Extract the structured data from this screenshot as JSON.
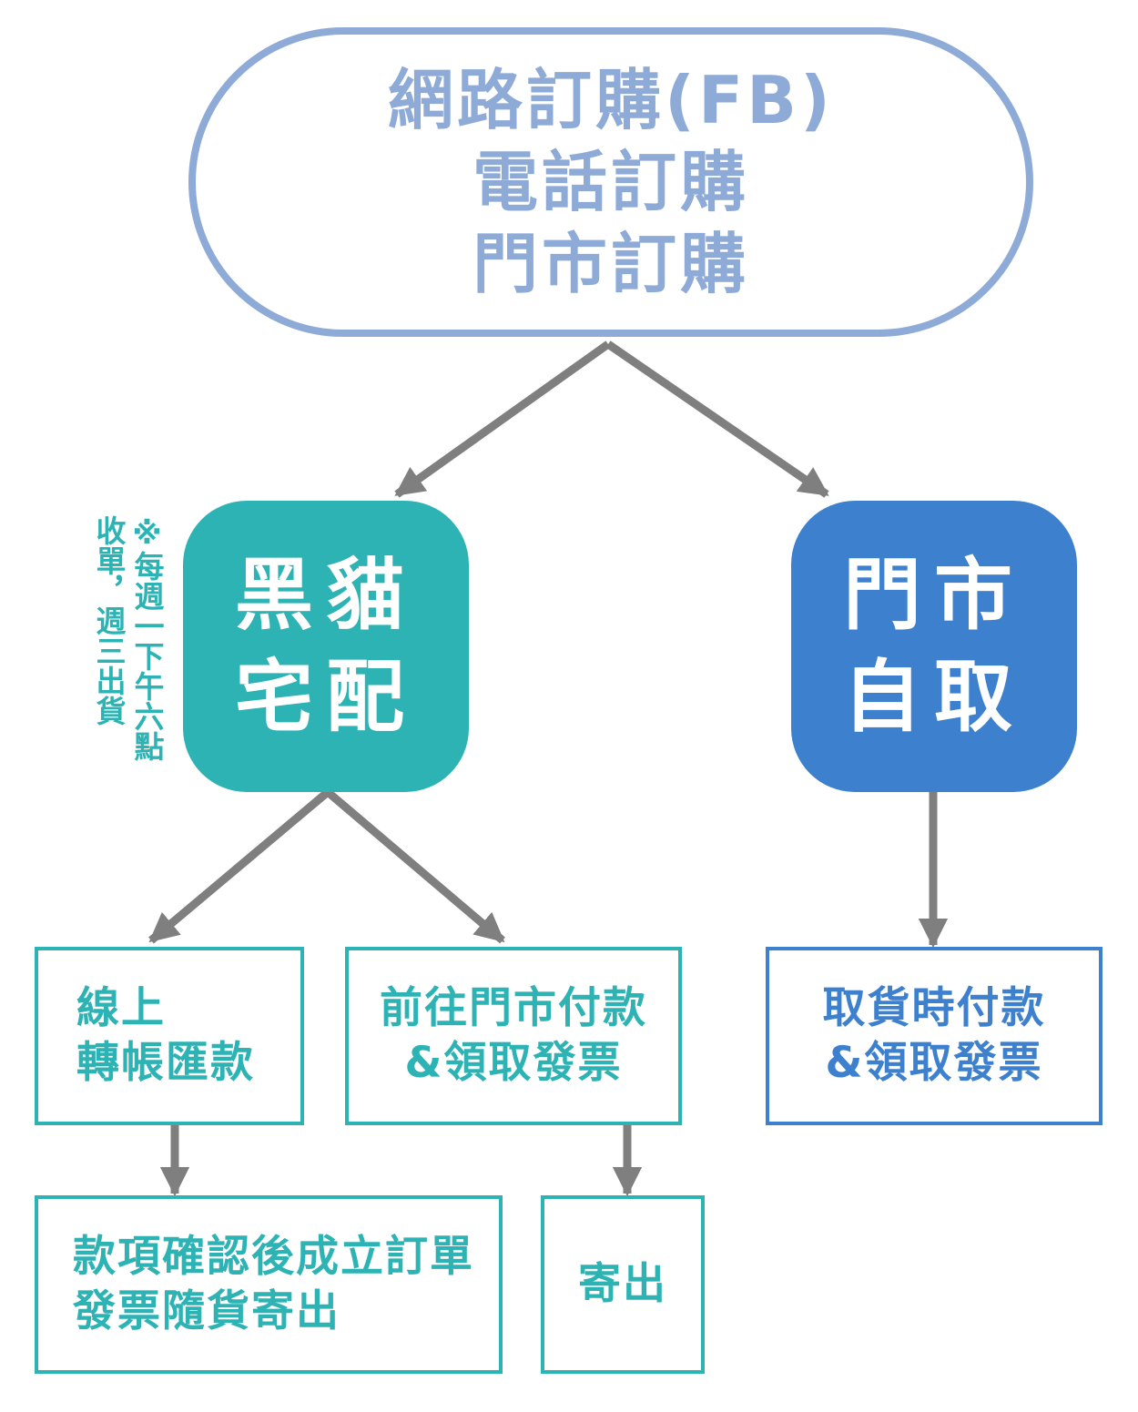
{
  "order_channels": {
    "lines": [
      "網路訂購(FB)",
      "電話訂購",
      "門市訂購"
    ]
  },
  "delivery": {
    "lines": [
      "黑貓",
      "宅配"
    ],
    "note": "※每週一下午六點收單，週三出貨"
  },
  "store_pickup": {
    "lines": [
      "門市",
      "自取"
    ]
  },
  "steps": {
    "online_transfer": [
      "線上",
      "轉帳匯款"
    ],
    "store_payment": [
      "前往門市付款",
      "&領取發票"
    ],
    "pickup_payment": [
      "取貨時付款",
      "&領取發票"
    ],
    "confirm_order": [
      "款項確認後成立訂單",
      "發票隨貨寄出"
    ],
    "ship": "寄出"
  },
  "colors": {
    "top_border": "#8eabd8",
    "teal": "#2eb3b5",
    "blue": "#3d80cd",
    "arrow": "#7f7f7f"
  }
}
